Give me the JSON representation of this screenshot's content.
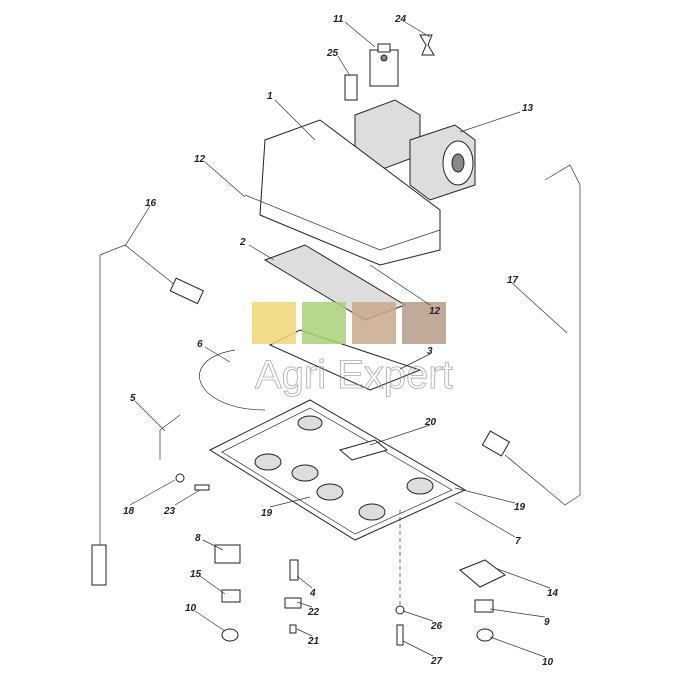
{
  "diagram": {
    "watermark": {
      "text": "Agri Expert",
      "tile_colors": [
        "#f3d77a",
        "#a9d27a",
        "#c9a98f",
        "#b89c8a"
      ]
    },
    "callouts": [
      "11",
      "24",
      "25",
      "13",
      "1",
      "12",
      "2",
      "12",
      "16",
      "17",
      "6",
      "3",
      "5",
      "20",
      "18",
      "23",
      "19",
      "19",
      "7",
      "8",
      "4",
      "14",
      "15",
      "22",
      "9",
      "10",
      "26",
      "21",
      "27",
      "10"
    ]
  }
}
